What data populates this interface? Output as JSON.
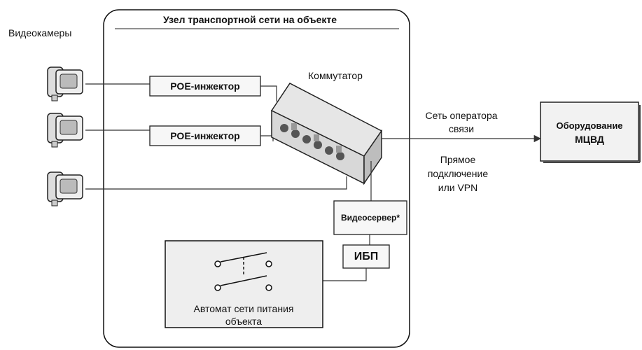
{
  "diagram": {
    "cameras_label": "Видеокамеры",
    "node_title": "Узел транспортной сети на объекте",
    "switch_label": "Коммутатор",
    "poe_injector_1": "РОЕ-инжектор",
    "poe_injector_2": "РОЕ-инжектор",
    "video_server": "Видеосервер*",
    "ups": "ИБП",
    "breaker_line1": "Автомат сети питания",
    "breaker_line2": "объекта",
    "operator_line1": "Сеть оператора",
    "operator_line2": "связи",
    "direct_line1": "Прямое",
    "direct_line2": "подключение",
    "direct_line3": "или VPN",
    "equipment_line1": "Оборудование",
    "equipment_line2": "МЦВД"
  }
}
